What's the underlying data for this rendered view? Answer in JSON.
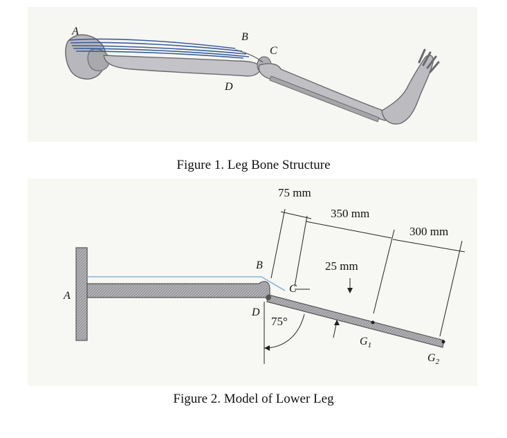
{
  "figure1": {
    "caption": "Figure 1. Leg Bone Structure",
    "points": {
      "A": "A",
      "B": "B",
      "C": "C",
      "D": "D"
    }
  },
  "figure2": {
    "caption": "Figure 2. Model of Lower Leg",
    "points": {
      "A": "A",
      "B": "B",
      "C": "C",
      "D": "D"
    },
    "centers": {
      "G1": "G",
      "G1_sub": "1",
      "G2": "G",
      "G2_sub": "2"
    },
    "dimensions": {
      "d1": "75 mm",
      "d2": "350 mm",
      "d3": "300 mm",
      "d4": "25 mm"
    },
    "angle": "75°"
  },
  "colors": {
    "bone": "#b8b8bc",
    "bone_outline": "#6a6a6e",
    "muscle": "#3b5d9a",
    "hatch": "#8e8e92",
    "cable": "#8ab6d8"
  }
}
